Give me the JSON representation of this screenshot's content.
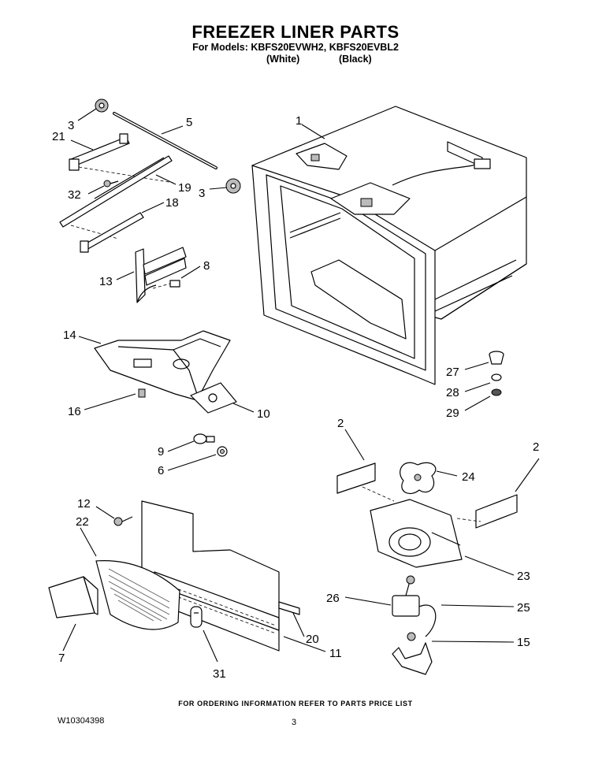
{
  "header": {
    "title": "FREEZER LINER PARTS",
    "models_line": "For Models: KBFS20EVWH2, KBFS20EVBL2",
    "color_white": "(White)",
    "color_black": "(Black)"
  },
  "callouts": [
    {
      "id": "c1",
      "label": "1"
    },
    {
      "id": "c2a",
      "label": "2"
    },
    {
      "id": "c2b",
      "label": "2"
    },
    {
      "id": "c3a",
      "label": "3"
    },
    {
      "id": "c3b",
      "label": "3"
    },
    {
      "id": "c5",
      "label": "5"
    },
    {
      "id": "c6",
      "label": "6"
    },
    {
      "id": "c7",
      "label": "7"
    },
    {
      "id": "c8",
      "label": "8"
    },
    {
      "id": "c9",
      "label": "9"
    },
    {
      "id": "c10",
      "label": "10"
    },
    {
      "id": "c11",
      "label": "11"
    },
    {
      "id": "c12",
      "label": "12"
    },
    {
      "id": "c13",
      "label": "13"
    },
    {
      "id": "c14",
      "label": "14"
    },
    {
      "id": "c15",
      "label": "15"
    },
    {
      "id": "c16",
      "label": "16"
    },
    {
      "id": "c18",
      "label": "18"
    },
    {
      "id": "c19",
      "label": "19"
    },
    {
      "id": "c20",
      "label": "20"
    },
    {
      "id": "c21",
      "label": "21"
    },
    {
      "id": "c22",
      "label": "22"
    },
    {
      "id": "c23",
      "label": "23"
    },
    {
      "id": "c24",
      "label": "24"
    },
    {
      "id": "c25",
      "label": "25"
    },
    {
      "id": "c26",
      "label": "26"
    },
    {
      "id": "c27",
      "label": "27"
    },
    {
      "id": "c28",
      "label": "28"
    },
    {
      "id": "c29",
      "label": "29"
    },
    {
      "id": "c31",
      "label": "31"
    },
    {
      "id": "c32",
      "label": "32"
    }
  ],
  "footer": {
    "ordering_info": "FOR ORDERING INFORMATION REFER TO PARTS PRICE LIST",
    "document_number": "W10304398",
    "page_number": "3"
  }
}
